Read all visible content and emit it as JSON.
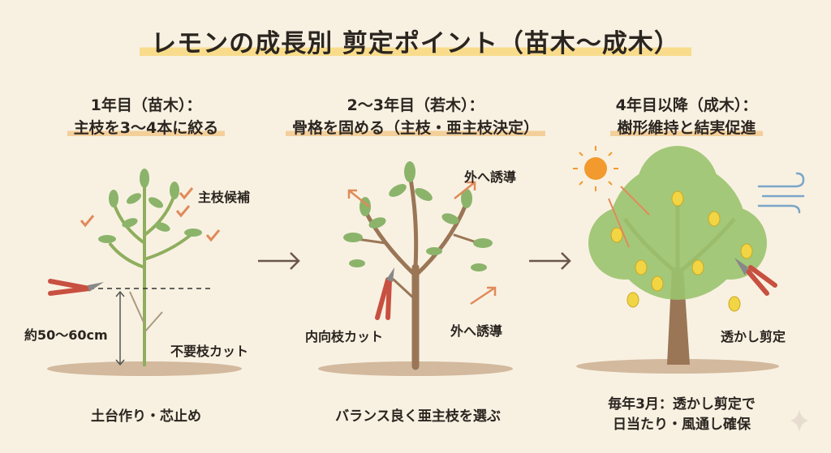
{
  "title": "レモンの成長別 剪定ポイント（苗木〜成木）",
  "stages": [
    {
      "heading_line1": "1年目（苗木）：",
      "heading_line2": "主枝を3〜4本に絞る",
      "labels": {
        "candidate": "主枝候補",
        "height": "約50〜60cm",
        "cut": "不要枝カット"
      },
      "footer": "土台作り・芯止め"
    },
    {
      "heading_line1": "2〜3年目（若木）：",
      "heading_line2": "骨格を固める（主枝・亜主枝決定）",
      "labels": {
        "outward_top": "外へ誘導",
        "outward_bottom": "外へ誘導",
        "cut": "内向枝カット"
      },
      "footer": "バランス良く亜主枝を選ぶ"
    },
    {
      "heading_line1": "4年目以降（成木）：",
      "heading_line2": "樹形維持と結実促進",
      "labels": {
        "thinning": "透かし剪定"
      },
      "footer_line1": "毎年3月：透かし剪定で",
      "footer_line2": "日当たり・風通し確保"
    }
  ],
  "colors": {
    "background": "#f8f1e2",
    "leaf": "#8bb46a",
    "trunk": "#9a7656",
    "accent": "#e08a5a",
    "lemon": "#f2d544",
    "sun": "#f29a2e"
  }
}
